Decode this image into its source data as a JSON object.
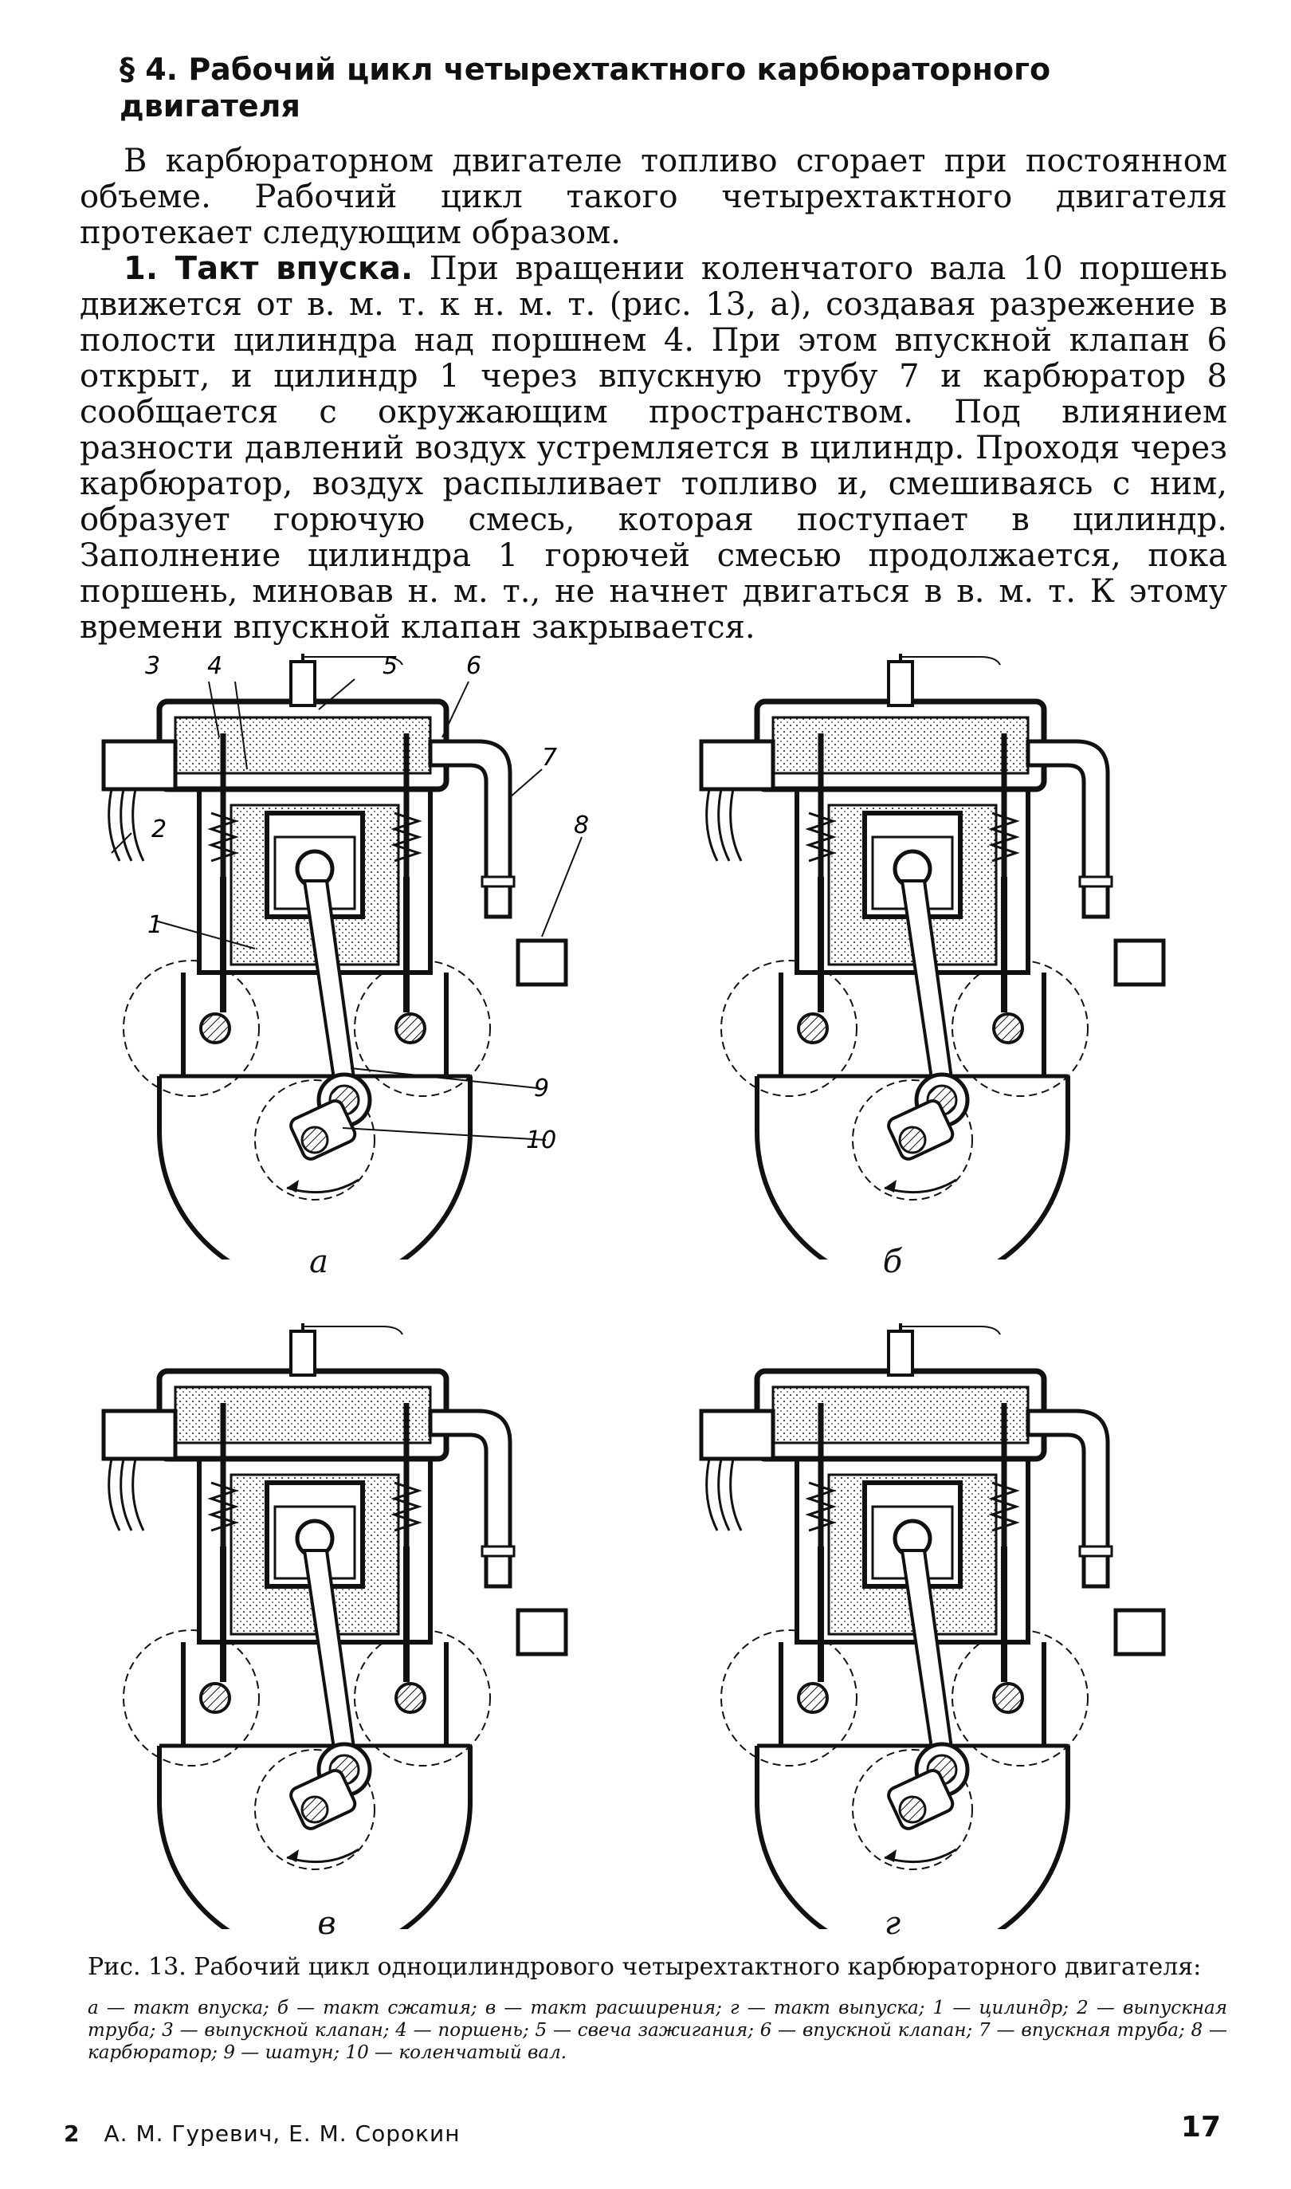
{
  "heading": "§ 4. Рабочий цикл четырехтактного карбюраторного двигателя",
  "paragraph1": "В карбюраторном двигателе топливо сгорает при постоянном объеме. Рабочий цикл такого четырехтактного двигателя протекает следующим образом.",
  "paragraph2_lead": "1. Такт впуска.",
  "paragraph2_body": " При вращении коленчатого вала 10 поршень движется от в. м. т. к н. м. т. (рис. 13, а), создавая разрежение в полости цилиндра над поршнем 4. При этом впускной клапан 6 открыт, и цилиндр 1 через впускную трубу 7 и карбюратор 8 сообщается с окружающим пространством. Под влиянием разности давлений воздух устремляется в цилиндр. Проходя через карбюратор, воздух распыливает топливо и, смешиваясь с ним, образует горючую смесь, которая поступает в цилиндр. Заполнение цилиндра 1 горючей смесью продолжается, пока поршень, миновав н. м. т., не начнет двигаться в в. м. т. К этому времени впускной клапан закрывается.",
  "figure": {
    "panel_labels": [
      "а",
      "б",
      "в",
      "г"
    ],
    "callouts": [
      "1",
      "2",
      "3",
      "4",
      "5",
      "6",
      "7",
      "8",
      "9",
      "10"
    ]
  },
  "caption": "Рис. 13. Рабочий цикл одноцилиндрового четырехтактного карбюраторного двигателя:",
  "legend": "а — такт впуска; б — такт сжатия; в — такт расширения; г — такт выпуска; 1 — цилиндр; 2 — выпускная труба; 3 — выпускной клапан; 4 — поршень; 5 — свеча зажигания; 6 — впускной клапан; 7 — впускная труба; 8 — карбюратор; 9 — шатун; 10 — коленчатый вал.",
  "footer": {
    "signature": "2",
    "authors": "А. М. Гуревич, Е. М. Сорокин",
    "page_number": "17"
  }
}
